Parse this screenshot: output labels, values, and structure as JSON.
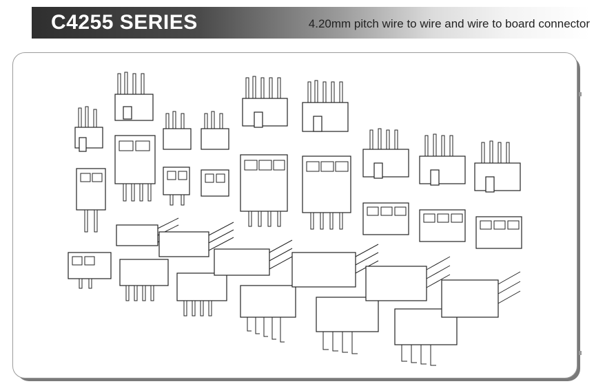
{
  "header": {
    "title": "C4255 SERIES",
    "subtitle": "4.20mm pitch wire to wire and wire to board connector"
  },
  "colors": {
    "header_dark": "#2f2f2f",
    "panel_shadow": "#7a7a7a",
    "line_art": "#222222"
  },
  "illustration": {
    "subject": "connector line drawings"
  }
}
